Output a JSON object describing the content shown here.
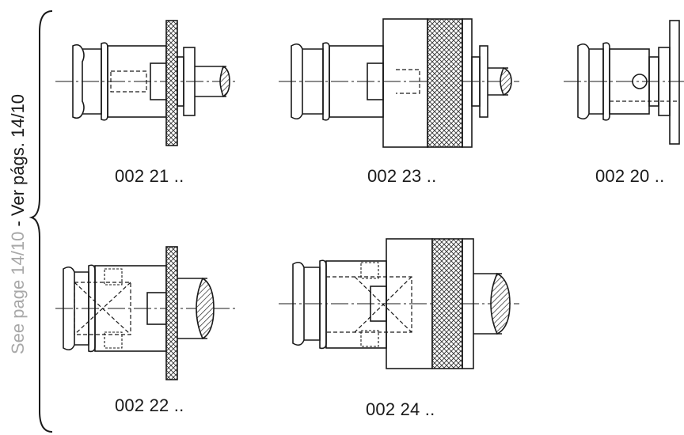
{
  "side_label": {
    "grey_text": "See page 14/10",
    "dark_text": " - Ver págs. 14/10",
    "grey_color": "#a8a8a8",
    "dark_color": "#1a1a1a"
  },
  "parts": [
    {
      "id": "p1",
      "code": "002 21 .."
    },
    {
      "id": "p2",
      "code": "002 23 .."
    },
    {
      "id": "p3",
      "code": "002 20 .."
    },
    {
      "id": "p4",
      "code": "002 22 .."
    },
    {
      "id": "p5",
      "code": "002 24 .."
    }
  ],
  "colors": {
    "line": "#1a1a1a",
    "knurl": "#555555"
  }
}
